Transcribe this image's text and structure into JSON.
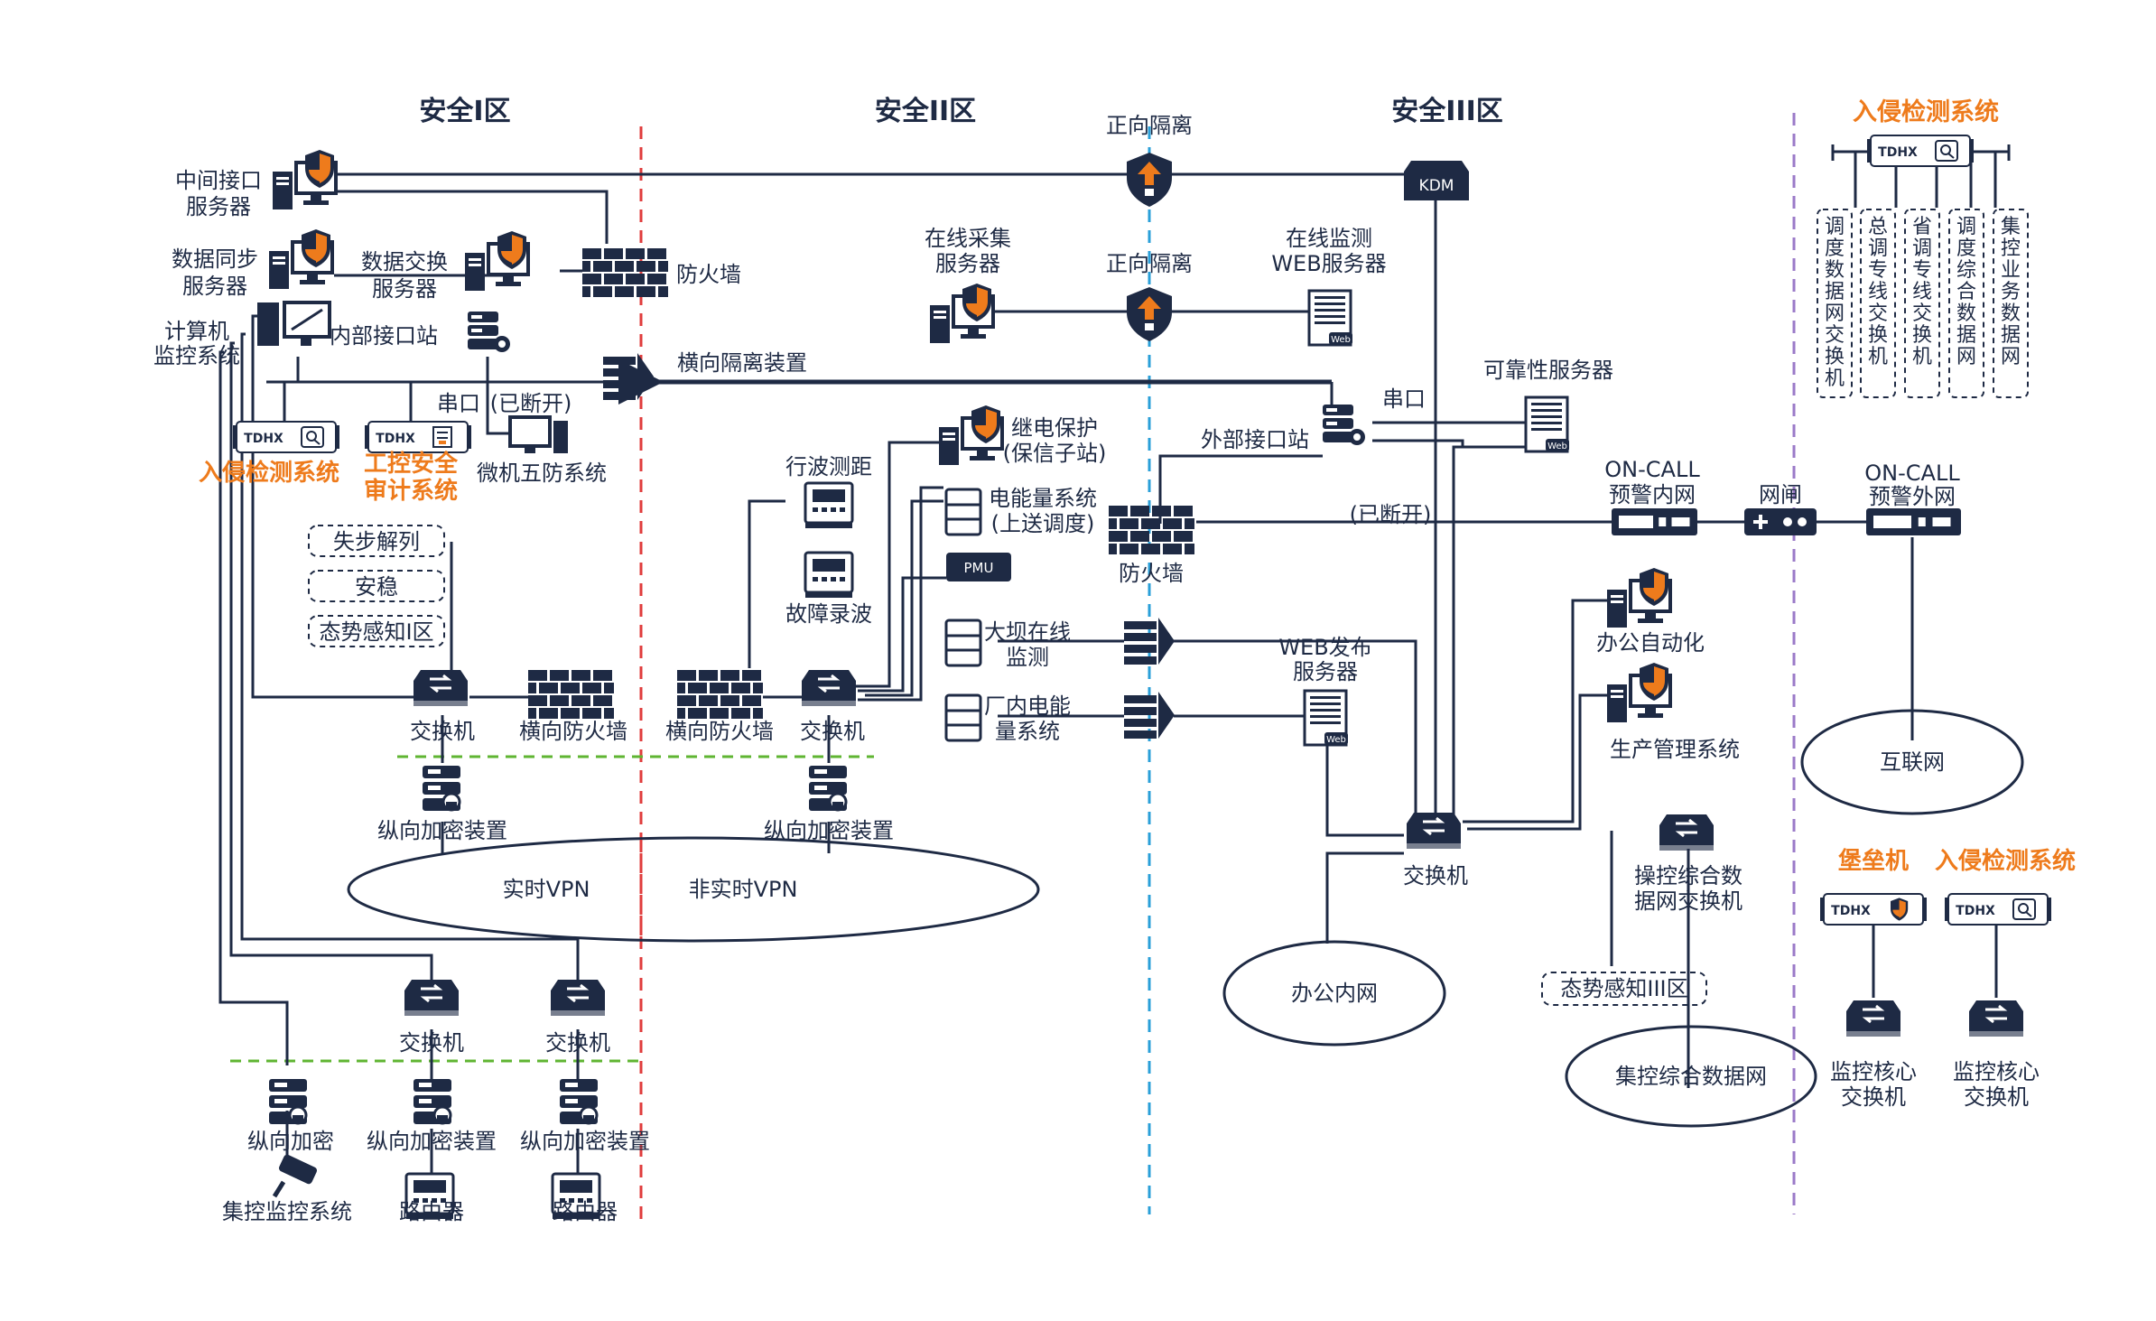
{
  "zones": {
    "zone1": "安全I区",
    "zone2": "安全II区",
    "zone3": "安全III区",
    "ids_panel": "入侵检测系统"
  },
  "labels": {
    "mid_server": [
      "中间接口",
      "服务器"
    ],
    "sync_server": [
      "数据同步",
      "服务器"
    ],
    "exchange_server": [
      "数据交换",
      "服务器"
    ],
    "computer_monitor": [
      "计算机",
      "监控系统"
    ],
    "internal_station": "内部接口站",
    "firewall1": "防火墙",
    "horiz_iso": "横向隔离装置",
    "serial1": "串口",
    "disconnected1": "(已断开)",
    "ids1": "入侵检测系统",
    "audit": [
      "工控安全",
      "审计系统"
    ],
    "wufang": "微机五防系统",
    "step_out": "失步解列",
    "stable": "安稳",
    "situation1": "态势感知I区",
    "switch_z1": "交换机",
    "hfw_z1": "横向防火墙",
    "hfw_z2": "横向防火墙",
    "switch_z2": "交换机",
    "vcrypt_z1": "纵向加密装置",
    "vcrypt_z2": "纵向加密装置",
    "vpn_rt": "实时VPN",
    "vpn_nrt": "非实时VPN",
    "switch_b1": "交换机",
    "switch_b2": "交换机",
    "vcrypt_b0": "纵向加密",
    "vcrypt_b1": "纵向加密装置",
    "vcrypt_b2": "纵向加密装置",
    "cctv": "集控监控系统",
    "router1": "路由器",
    "router2": "路由器",
    "forward_iso1": "正向隔离",
    "forward_iso2": "正向隔离",
    "online_collect": [
      "在线采集",
      "服务器"
    ],
    "online_web": [
      "在线监测",
      "WEB服务器"
    ],
    "kdm": "KDM",
    "relay": [
      "继电保护",
      "(保信子站)"
    ],
    "traveling_wave": "行波测距",
    "energy_sys": [
      "电能量系统",
      "(上送调度)"
    ],
    "pmu": "PMU",
    "fault_rec": "故障录波",
    "dam": [
      "大坝在线",
      "监测"
    ],
    "plant_energy": [
      "厂内电能",
      "量系统"
    ],
    "serial2": "串口",
    "ext_station": "外部接口站",
    "reliability": "可靠性服务器",
    "firewall2": "防火墙",
    "disconnected2": "(已断开)",
    "oncall_in": [
      "ON-CALL",
      "预警内网"
    ],
    "gate": "网闸",
    "oncall_out": [
      "ON-CALL",
      "预警外网"
    ],
    "web_publish": [
      "WEB发布",
      "服务器"
    ],
    "office_auto": "办公自动化",
    "production": "生产管理系统",
    "switch_z3": "交换机",
    "office_net": "办公内网",
    "ctrl_switch": [
      "操控综合数",
      "据网交换机"
    ],
    "situation3": "态势感知III区",
    "ctrl_net": "集控综合数据网",
    "internet": "互联网",
    "bastion": "堡垒机",
    "ids3": "入侵检测系统",
    "core1": [
      "监控核心",
      "交换机"
    ],
    "core2": [
      "监控核心",
      "交换机"
    ],
    "tdhx": "TDHX",
    "web": "Web"
  },
  "ids_networks": [
    [
      "调",
      "度",
      "数",
      "据",
      "网",
      "交",
      "换",
      "机"
    ],
    [
      "总",
      "调",
      "专",
      "线",
      "交",
      "换",
      "机"
    ],
    [
      "省",
      "调",
      "专",
      "线",
      "交",
      "换",
      "机"
    ],
    [
      "调",
      "度",
      "综",
      "合",
      "数",
      "据",
      "网"
    ],
    [
      "集",
      "控",
      "业",
      "务",
      "数",
      "据",
      "网"
    ]
  ],
  "colors": {
    "navy": "#1e2a44",
    "orange": "#ee7b1c",
    "zone1_divider": "#e03c3c",
    "zone2_divider": "#2a9fd8",
    "zone3_divider": "#9b7ac8",
    "crypt_line": "#5fb532"
  }
}
